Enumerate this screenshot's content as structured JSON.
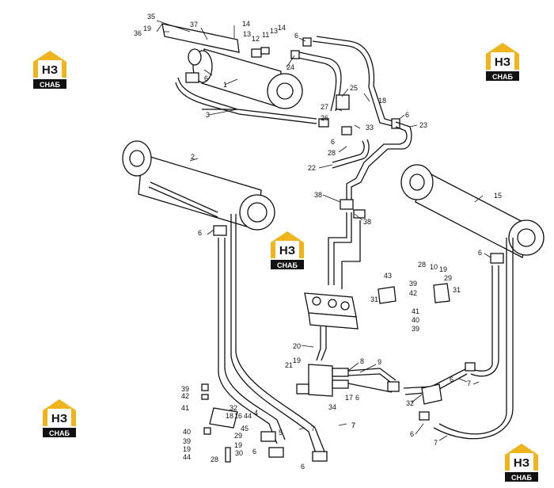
{
  "logo": {
    "letters": "НЗ",
    "caption": "СНАБ",
    "accent": "#f0b41c",
    "dark": "#111111"
  },
  "callouts": [
    {
      "t": "35"
    },
    {
      "t": "37"
    },
    {
      "t": "14"
    },
    {
      "t": "13"
    },
    {
      "t": "12"
    },
    {
      "t": "11"
    },
    {
      "t": "13"
    },
    {
      "t": "14"
    },
    {
      "t": "19"
    },
    {
      "t": "36"
    },
    {
      "t": "6"
    },
    {
      "t": "24"
    },
    {
      "t": "6"
    },
    {
      "t": "1"
    },
    {
      "t": "25"
    },
    {
      "t": "3"
    },
    {
      "t": "18"
    },
    {
      "t": "27"
    },
    {
      "t": "26"
    },
    {
      "t": "33"
    },
    {
      "t": "6"
    },
    {
      "t": "23"
    },
    {
      "t": "28"
    },
    {
      "t": "6"
    },
    {
      "t": "2"
    },
    {
      "t": "22"
    },
    {
      "t": "38"
    },
    {
      "t": "38"
    },
    {
      "t": "15"
    },
    {
      "t": "6"
    },
    {
      "t": "6"
    },
    {
      "t": "28"
    },
    {
      "t": "10"
    },
    {
      "t": "19"
    },
    {
      "t": "43"
    },
    {
      "t": "39"
    },
    {
      "t": "29"
    },
    {
      "t": "42"
    },
    {
      "t": "31"
    },
    {
      "t": "31"
    },
    {
      "t": "41"
    },
    {
      "t": "40"
    },
    {
      "t": "39"
    },
    {
      "t": "20"
    },
    {
      "t": "21"
    },
    {
      "t": "19"
    },
    {
      "t": "8"
    },
    {
      "t": "9"
    },
    {
      "t": "17"
    },
    {
      "t": "6"
    },
    {
      "t": "39"
    },
    {
      "t": "42"
    },
    {
      "t": "41"
    },
    {
      "t": "32"
    },
    {
      "t": "18"
    },
    {
      "t": "16"
    },
    {
      "t": "44"
    },
    {
      "t": "4"
    },
    {
      "t": "34"
    },
    {
      "t": "5"
    },
    {
      "t": "7"
    },
    {
      "t": "7"
    },
    {
      "t": "45"
    },
    {
      "t": "40"
    },
    {
      "t": "39"
    },
    {
      "t": "19"
    },
    {
      "t": "44"
    },
    {
      "t": "29"
    },
    {
      "t": "19"
    },
    {
      "t": "30"
    },
    {
      "t": "28"
    },
    {
      "t": "6"
    },
    {
      "t": "6"
    },
    {
      "t": "32"
    },
    {
      "t": "6"
    },
    {
      "t": "7"
    },
    {
      "t": "6"
    },
    {
      "t": "7"
    },
    {
      "t": "7"
    }
  ]
}
